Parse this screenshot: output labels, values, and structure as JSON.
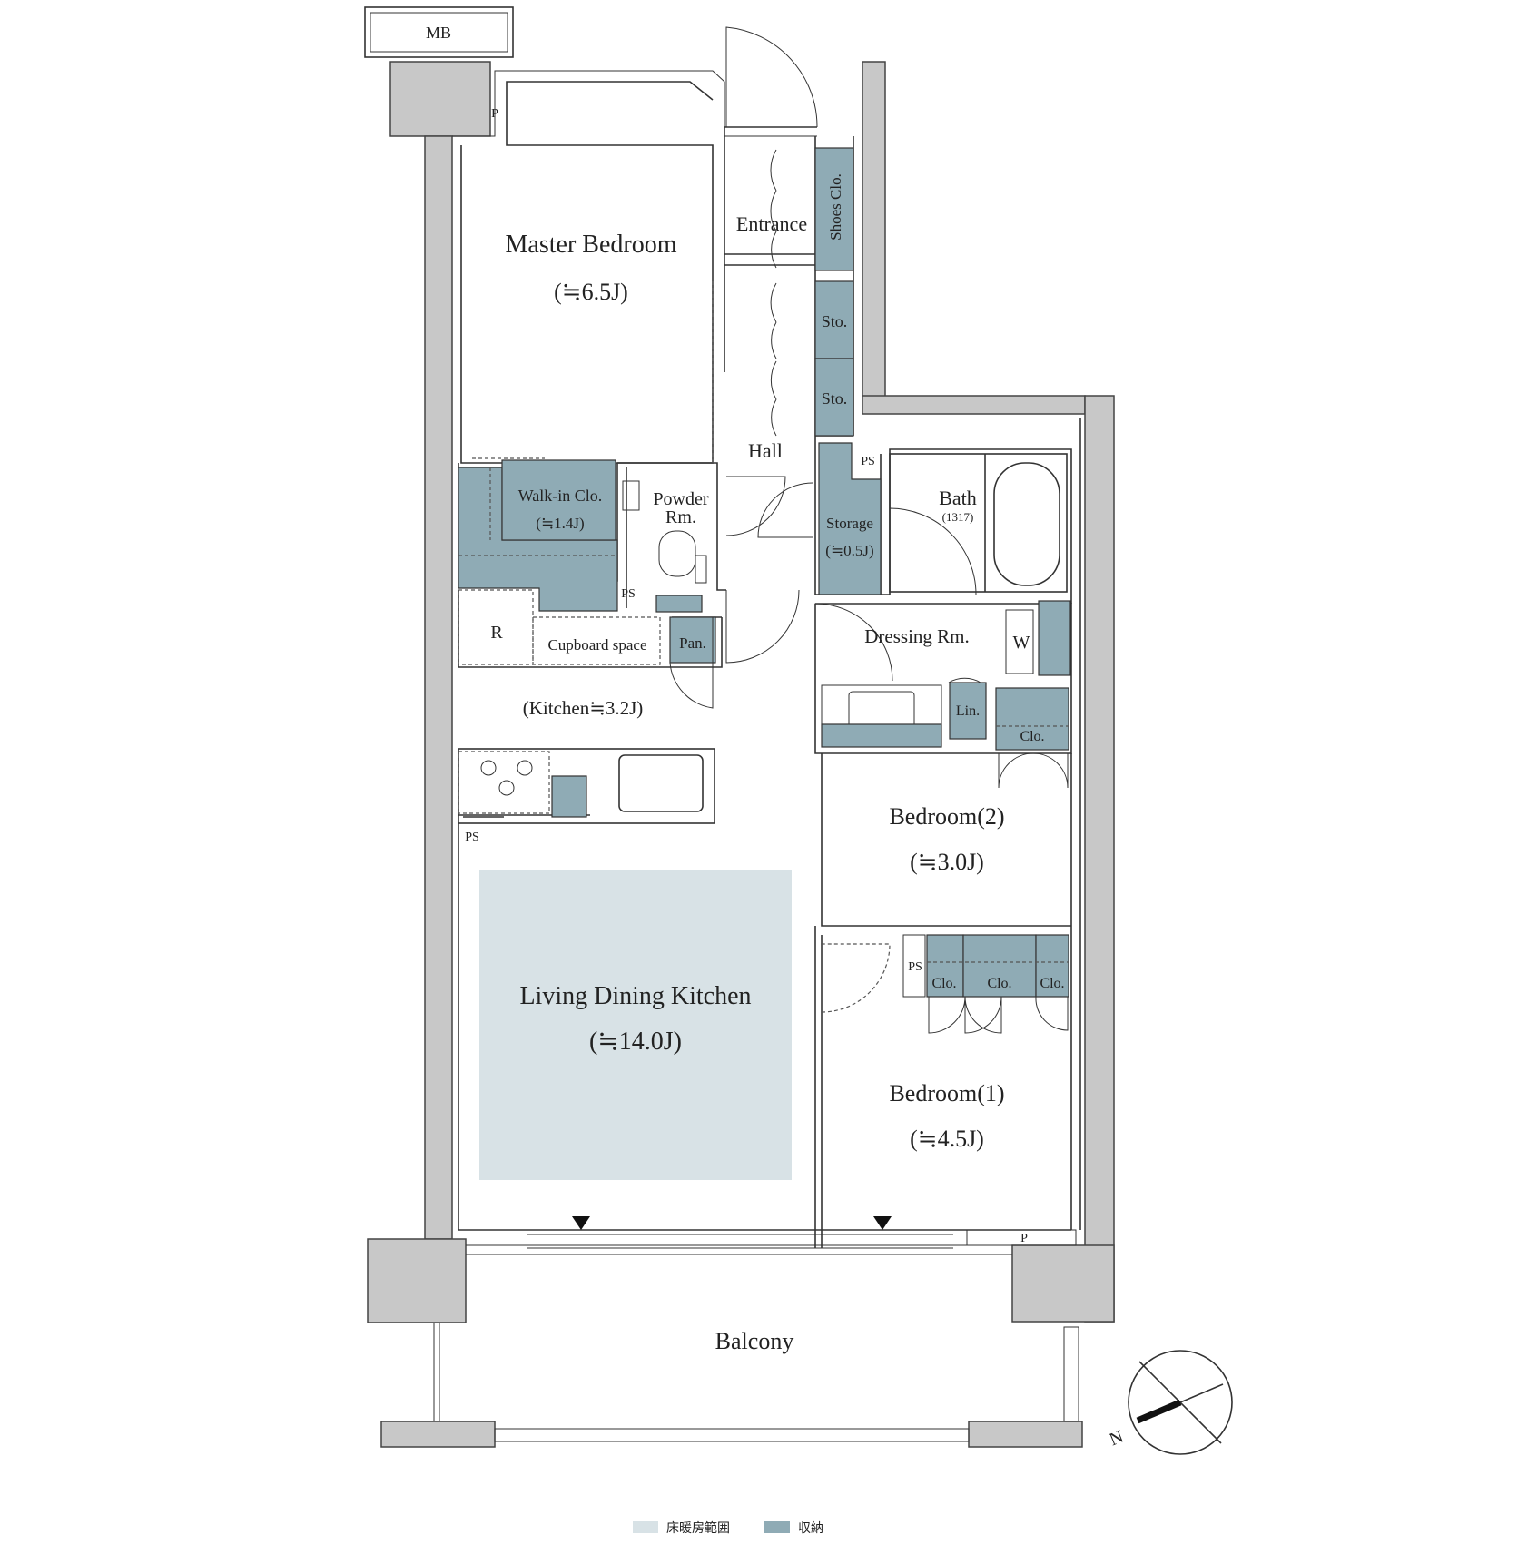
{
  "rooms": {
    "master_bedroom": {
      "name": "Master Bedroom",
      "size": "(≒6.5J)"
    },
    "entrance": "Entrance",
    "shoes_closet": "Shoes Clo.",
    "storage_1": "Sto.",
    "storage_2": "Sto.",
    "hall": "Hall",
    "ps_labels": [
      "PS",
      "PS",
      "PS",
      "PS"
    ],
    "walk_in_closet": {
      "name": "Walk-in Clo.",
      "size": "(≒1.4J)"
    },
    "powder_room": {
      "line1": "Powder",
      "line2": "Rm."
    },
    "storage_room": {
      "name": "Storage",
      "size": "(≒0.5J)"
    },
    "bath": {
      "name": "Bath",
      "size": "(1317)"
    },
    "refrigerator": "R",
    "cupboard_space": "Cupboard space",
    "pantry": "Pan.",
    "dressing_room": "Dressing Rm.",
    "washer": "W",
    "linen": "Lin.",
    "dressing_closet": "Clo.",
    "kitchen": "(Kitchen≒3.2J)",
    "bedroom2": {
      "name": "Bedroom(2)",
      "size": "(≒3.0J)"
    },
    "bedroom1": {
      "name": "Bedroom(1)",
      "size": "(≒4.5J)"
    },
    "bedroom1_closets": [
      "Clo.",
      "Clo.",
      "Clo."
    ],
    "ldk": {
      "name": "Living Dining Kitchen",
      "size": "(≒14.0J)"
    },
    "balcony": "Balcony",
    "meter_box": "MB",
    "pipe_labels": [
      "P",
      "P"
    ]
  },
  "compass": {
    "label": "N"
  },
  "legend": {
    "floor_heating": {
      "label": "床暖房範囲",
      "color": "#d8e2e6"
    },
    "storage": {
      "label": "収納",
      "color": "#8fabb5"
    }
  },
  "colors": {
    "wall": "#c8c8c8",
    "storage": "#8fabb5",
    "floor_heating": "#d8e2e6"
  }
}
